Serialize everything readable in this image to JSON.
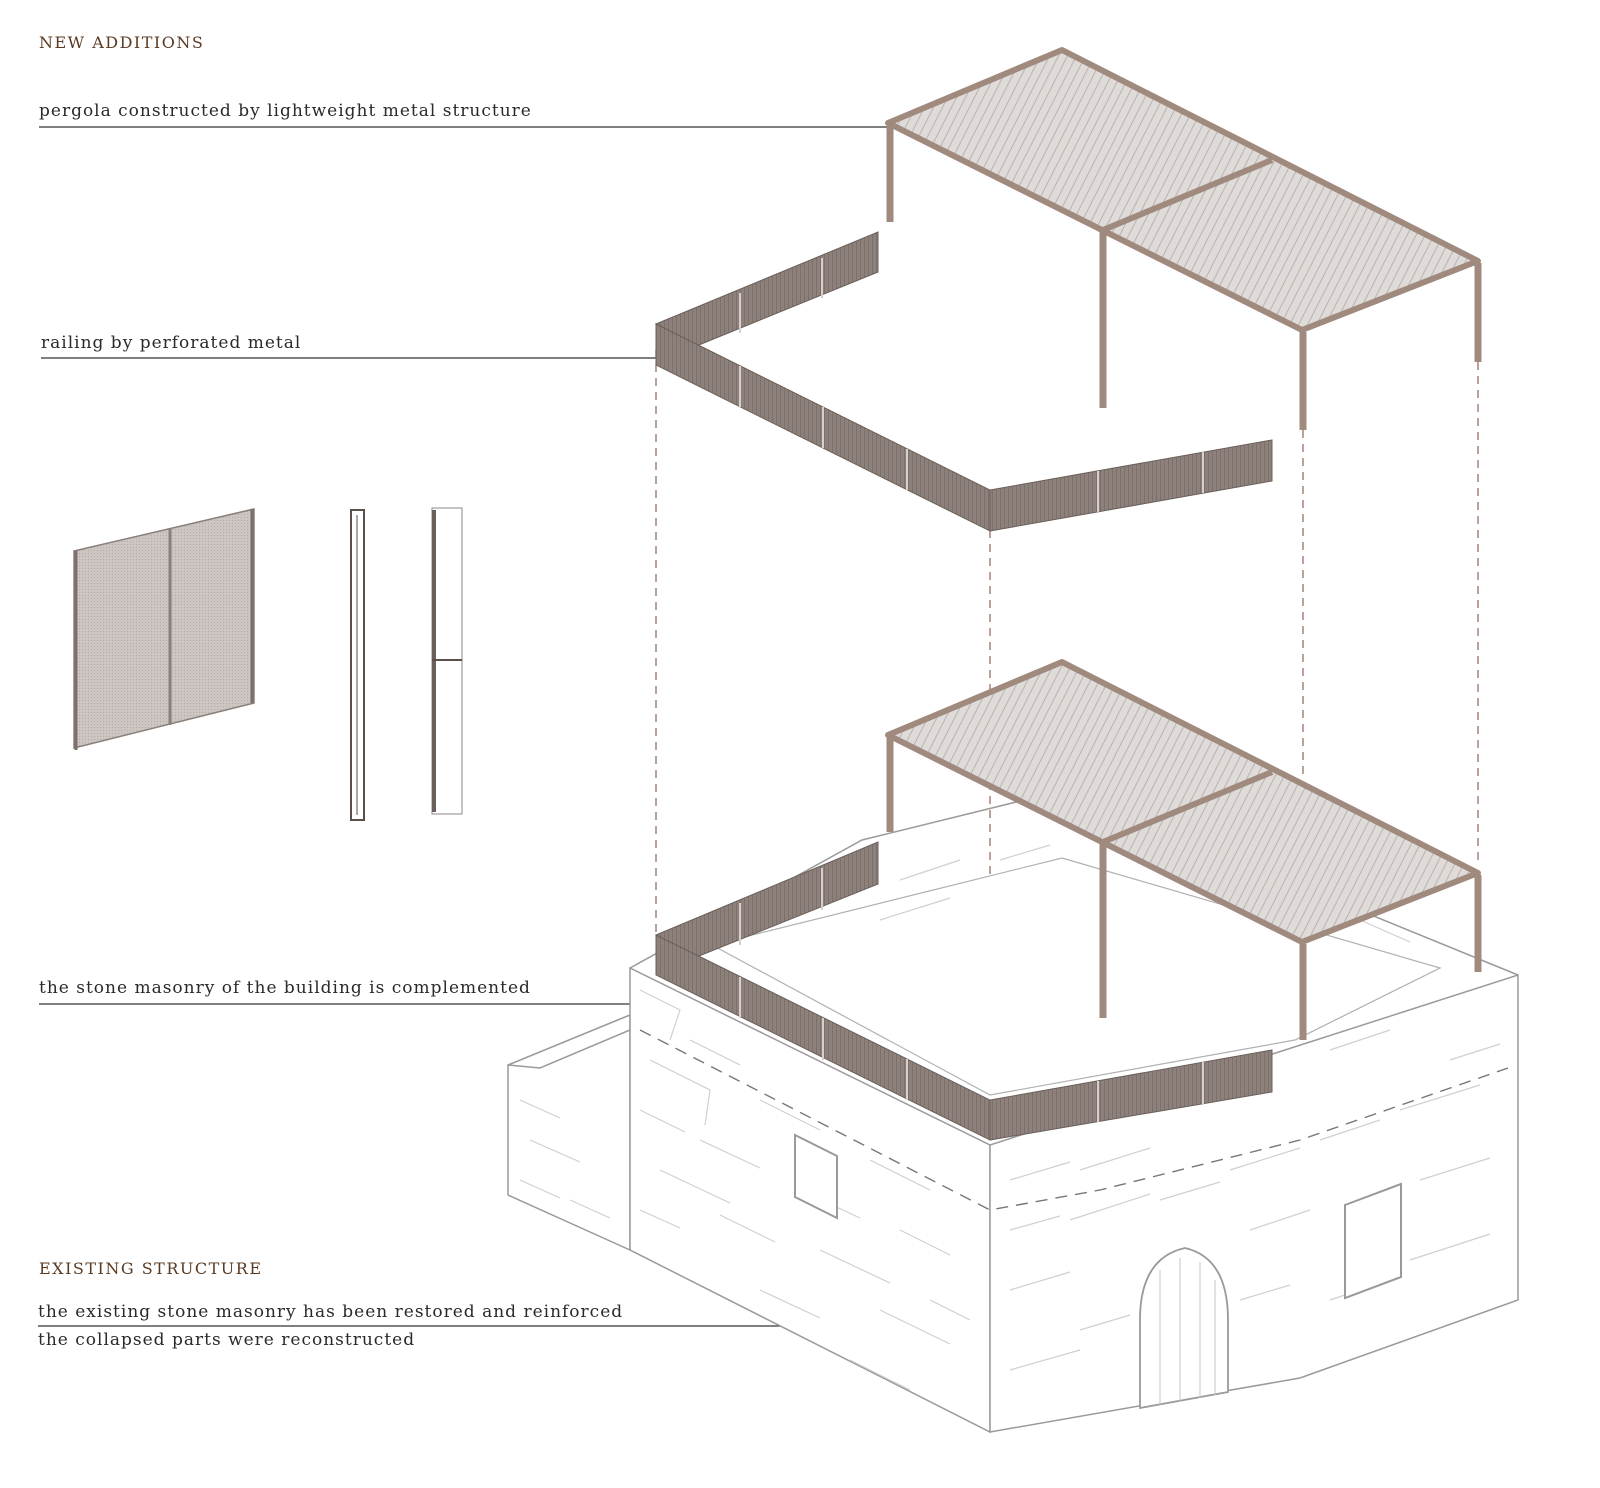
{
  "sections": {
    "new_additions": {
      "heading": "NEW ADDITIONS",
      "labels": {
        "pergola": "pergola constructed by lightweight metal structure",
        "railing": "railing by perforated metal",
        "masonry_complemented": "the stone masonry of the building is complemented"
      }
    },
    "existing_structure": {
      "heading": "EXISTING STRUCTURE",
      "labels": {
        "restored": "the existing stone masonry has been restored and reinforced",
        "reconstructed": "the collapsed parts were reconstructed"
      }
    }
  },
  "colors": {
    "heading": "#5a3a22",
    "text": "#2a2a2a",
    "frame": "#a08a7e",
    "panel_fill": "#8f817b",
    "roof_fill": "#d9d6d4",
    "stone_line": "#cfcfcf",
    "outline": "#9a9a9a",
    "leader": "#333333",
    "dashed": "#a07a6a"
  }
}
